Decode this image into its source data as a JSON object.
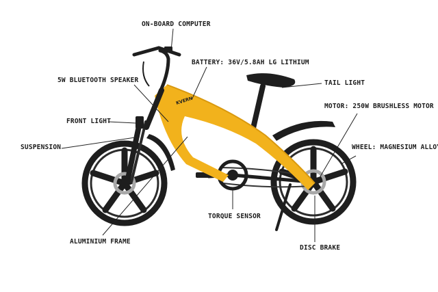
{
  "labels": {
    "onboard_computer": "ON-BOARD COMPUTER",
    "battery": "BATTERY: 36V/5.8AH LG LITHIUM",
    "speaker": "5W BLUETOOTH SPEAKER",
    "tail_light": "TAIL LIGHT",
    "motor": "MOTOR: 250W BRUSHLESS MOTOR",
    "front_light": "FRONT LIGHT",
    "wheel": "WHEEL: MAGNESIUM ALLOY",
    "suspension": "SUSPENSION",
    "torque_sensor": "TORQUE SENSOR",
    "frame": "ALUMINIUM FRAME",
    "disc_brake": "DISC BRAKE"
  },
  "brand_text": "KVERN",
  "colors": {
    "frame": "#f2b21c",
    "frame_shadow": "#d9990f",
    "black_parts": "#1e1e1e",
    "rotor": "#a8a8a8",
    "leader": "#222222"
  }
}
